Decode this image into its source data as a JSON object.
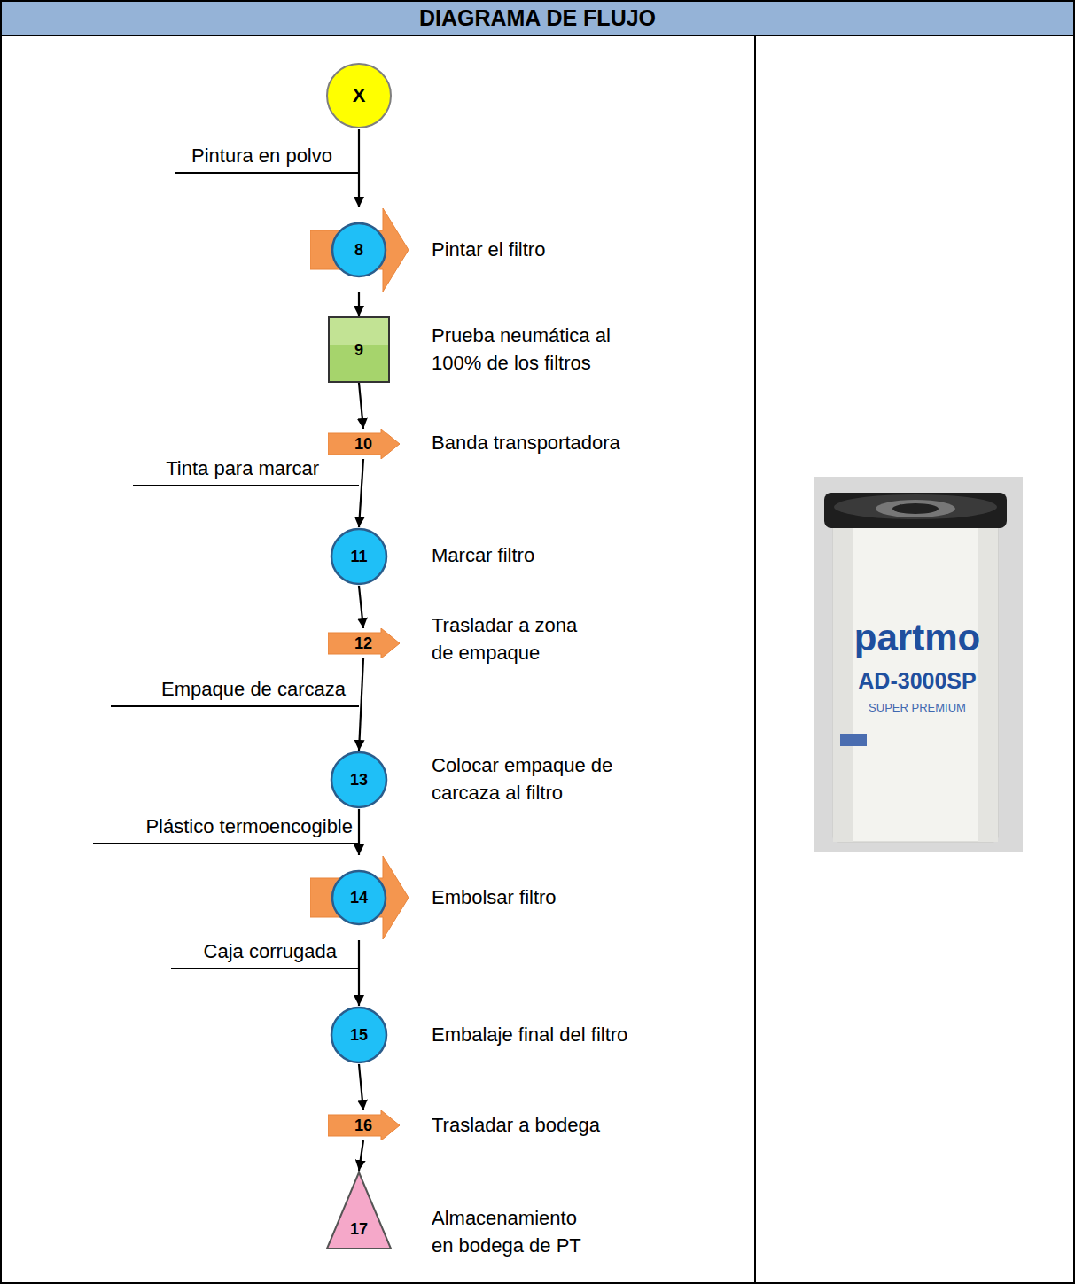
{
  "diagram": {
    "title": "DIAGRAMA DE FLUJO",
    "nodes": [
      {
        "text": [
          "X"
        ]
      },
      {
        "text": [
          "8"
        ]
      },
      {
        "text": [
          "9"
        ]
      },
      {
        "text": [
          "10"
        ]
      },
      {
        "text": [
          "11"
        ]
      },
      {
        "text": [
          "12"
        ]
      },
      {
        "text": [
          "13"
        ]
      },
      {
        "text": [
          "14"
        ]
      },
      {
        "text": [
          "15"
        ]
      },
      {
        "text": [
          "16"
        ]
      },
      {
        "text": [
          "17"
        ]
      }
    ],
    "edges": [
      {
        "from": 0,
        "to": 1,
        "arrow": "to"
      },
      {
        "from": 1,
        "to": 2,
        "arrow": "to"
      },
      {
        "from": 2,
        "to": 3,
        "arrow": "to"
      },
      {
        "from": 3,
        "to": 4,
        "arrow": "to"
      },
      {
        "from": 4,
        "to": 5,
        "arrow": "to"
      },
      {
        "from": 5,
        "to": 6,
        "arrow": "to"
      },
      {
        "from": 6,
        "to": 7,
        "arrow": "to"
      },
      {
        "from": 7,
        "to": 8,
        "arrow": "to"
      },
      {
        "from": 8,
        "to": 9,
        "arrow": "to"
      },
      {
        "from": 9,
        "to": 10,
        "arrow": "to"
      }
    ],
    "labels": [
      "Pintura en polvo",
      "Pintar el filtro",
      "Prueba neumática al 100% de los filtros",
      "Banda transportadora",
      "Tinta para marcar",
      "Marcar filtro",
      "Trasladar a zona de empaque",
      "Empaque de carcaza",
      "Colocar empaque de carcaza al filtro",
      "Plástico termoencogible",
      "Embolsar filtro",
      "Caja corrugada",
      "Embalaje final del filtro",
      "Trasladar a bodega",
      "Almacenamiento en bodega de PT",
      "partmo",
      "AD-3000SP",
      "SUPER PREMIUM"
    ]
  }
}
